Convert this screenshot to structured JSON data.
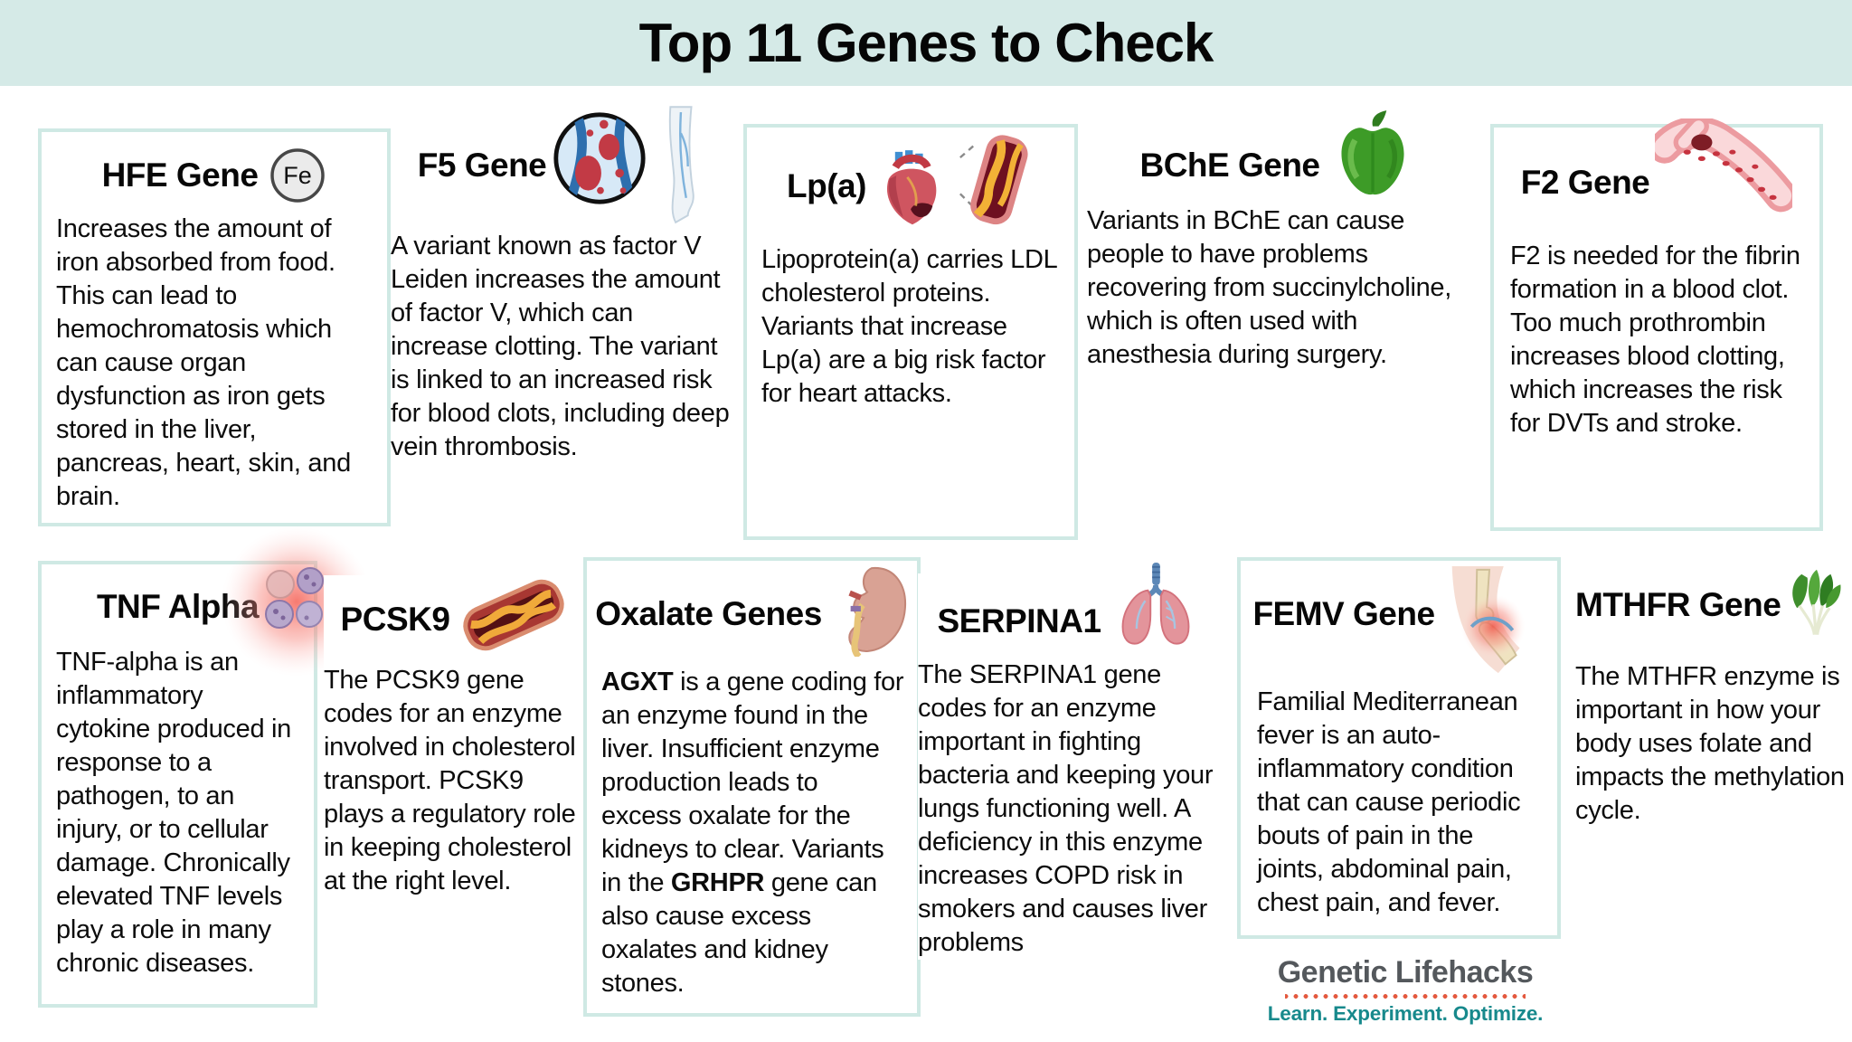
{
  "header": {
    "title": "Top 11 Genes to Check"
  },
  "cards": [
    {
      "title": "HFE Gene",
      "icon": "iron-fe-icon",
      "body": "Increases the amount of iron absorbed from food. This can lead to hemochromatosis which can cause organ dysfunction as iron gets stored in the liver, pancreas, heart, skin, and brain."
    },
    {
      "title": "F5 Gene",
      "icon": "vein-clot-icon",
      "body": "A variant known as factor V Leiden increases the amount of factor V, which can increase clotting. The variant is linked to an increased risk for blood clots, including deep vein thrombosis."
    },
    {
      "title": "Lp(a)",
      "icon": "heart-artery-icon",
      "body": "Lipoprotein(a) carries LDL cholesterol proteins. Variants that increase Lp(a) are a big risk factor for heart attacks."
    },
    {
      "title": "BChE Gene",
      "icon": "bell-pepper-icon",
      "body": "Variants in BChE can cause people to have problems recovering from succinylcholine, which is often used with anesthesia during surgery."
    },
    {
      "title": "F2 Gene",
      "icon": "blood-vessel-clot-icon",
      "body": "F2 is needed for the fibrin formation in a blood clot. Too much prothrombin increases blood clotting, which increases the risk for DVTs and stroke."
    },
    {
      "title": "TNF Alpha",
      "icon": "inflamed-cells-icon",
      "body": "TNF-alpha is an inflammatory cytokine produced in response to a pathogen, to an injury, or to cellular damage. Chronically elevated TNF levels play a role in many chronic diseases."
    },
    {
      "title": "PCSK9",
      "icon": "artery-plaque-icon",
      "body": "The PCSK9 gene codes for an enzyme involved in cholesterol transport. PCSK9 plays a regulatory role in keeping cholesterol at the right level."
    },
    {
      "title": "Oxalate Genes",
      "icon": "kidney-icon",
      "body_segments": [
        {
          "text": "AGXT",
          "bold": true
        },
        {
          "text": " is a gene coding for an enzyme found in the liver. Insufficient enzyme production leads to excess oxalate for the kidneys to clear. Variants in the ",
          "bold": false
        },
        {
          "text": "GRHPR",
          "bold": true
        },
        {
          "text": " gene can also cause excess oxalates and kidney stones.",
          "bold": false
        }
      ]
    },
    {
      "title": "SERPINA1",
      "icon": "lungs-icon",
      "body": "The SERPINA1 gene codes for an enzyme important in fighting bacteria and keeping your lungs functioning well. A deficiency in this enzyme increases COPD risk in smokers and causes liver problems"
    },
    {
      "title": "FEMV Gene",
      "icon": "inflamed-joint-icon",
      "body": "Familial Mediterranean fever is an auto-inflammatory condition that can cause periodic bouts of pain in the joints, abdominal pain, chest pain, and fever."
    },
    {
      "title": "MTHFR Gene",
      "icon": "leafy-greens-icon",
      "body": "The MTHFR enzyme is important in how your body uses folate and impacts the methylation cycle."
    }
  ],
  "icon_labels": {
    "fe": "Fe"
  },
  "logo": {
    "name": "Genetic Lifehacks",
    "tagline": "Learn. Experiment. Optimize."
  },
  "colors": {
    "header_bg": "#d5eae7",
    "card_border": "#cfe9e4",
    "logo_gray": "#54585c",
    "logo_teal": "#17898c",
    "logo_dots": "#e4593f"
  }
}
